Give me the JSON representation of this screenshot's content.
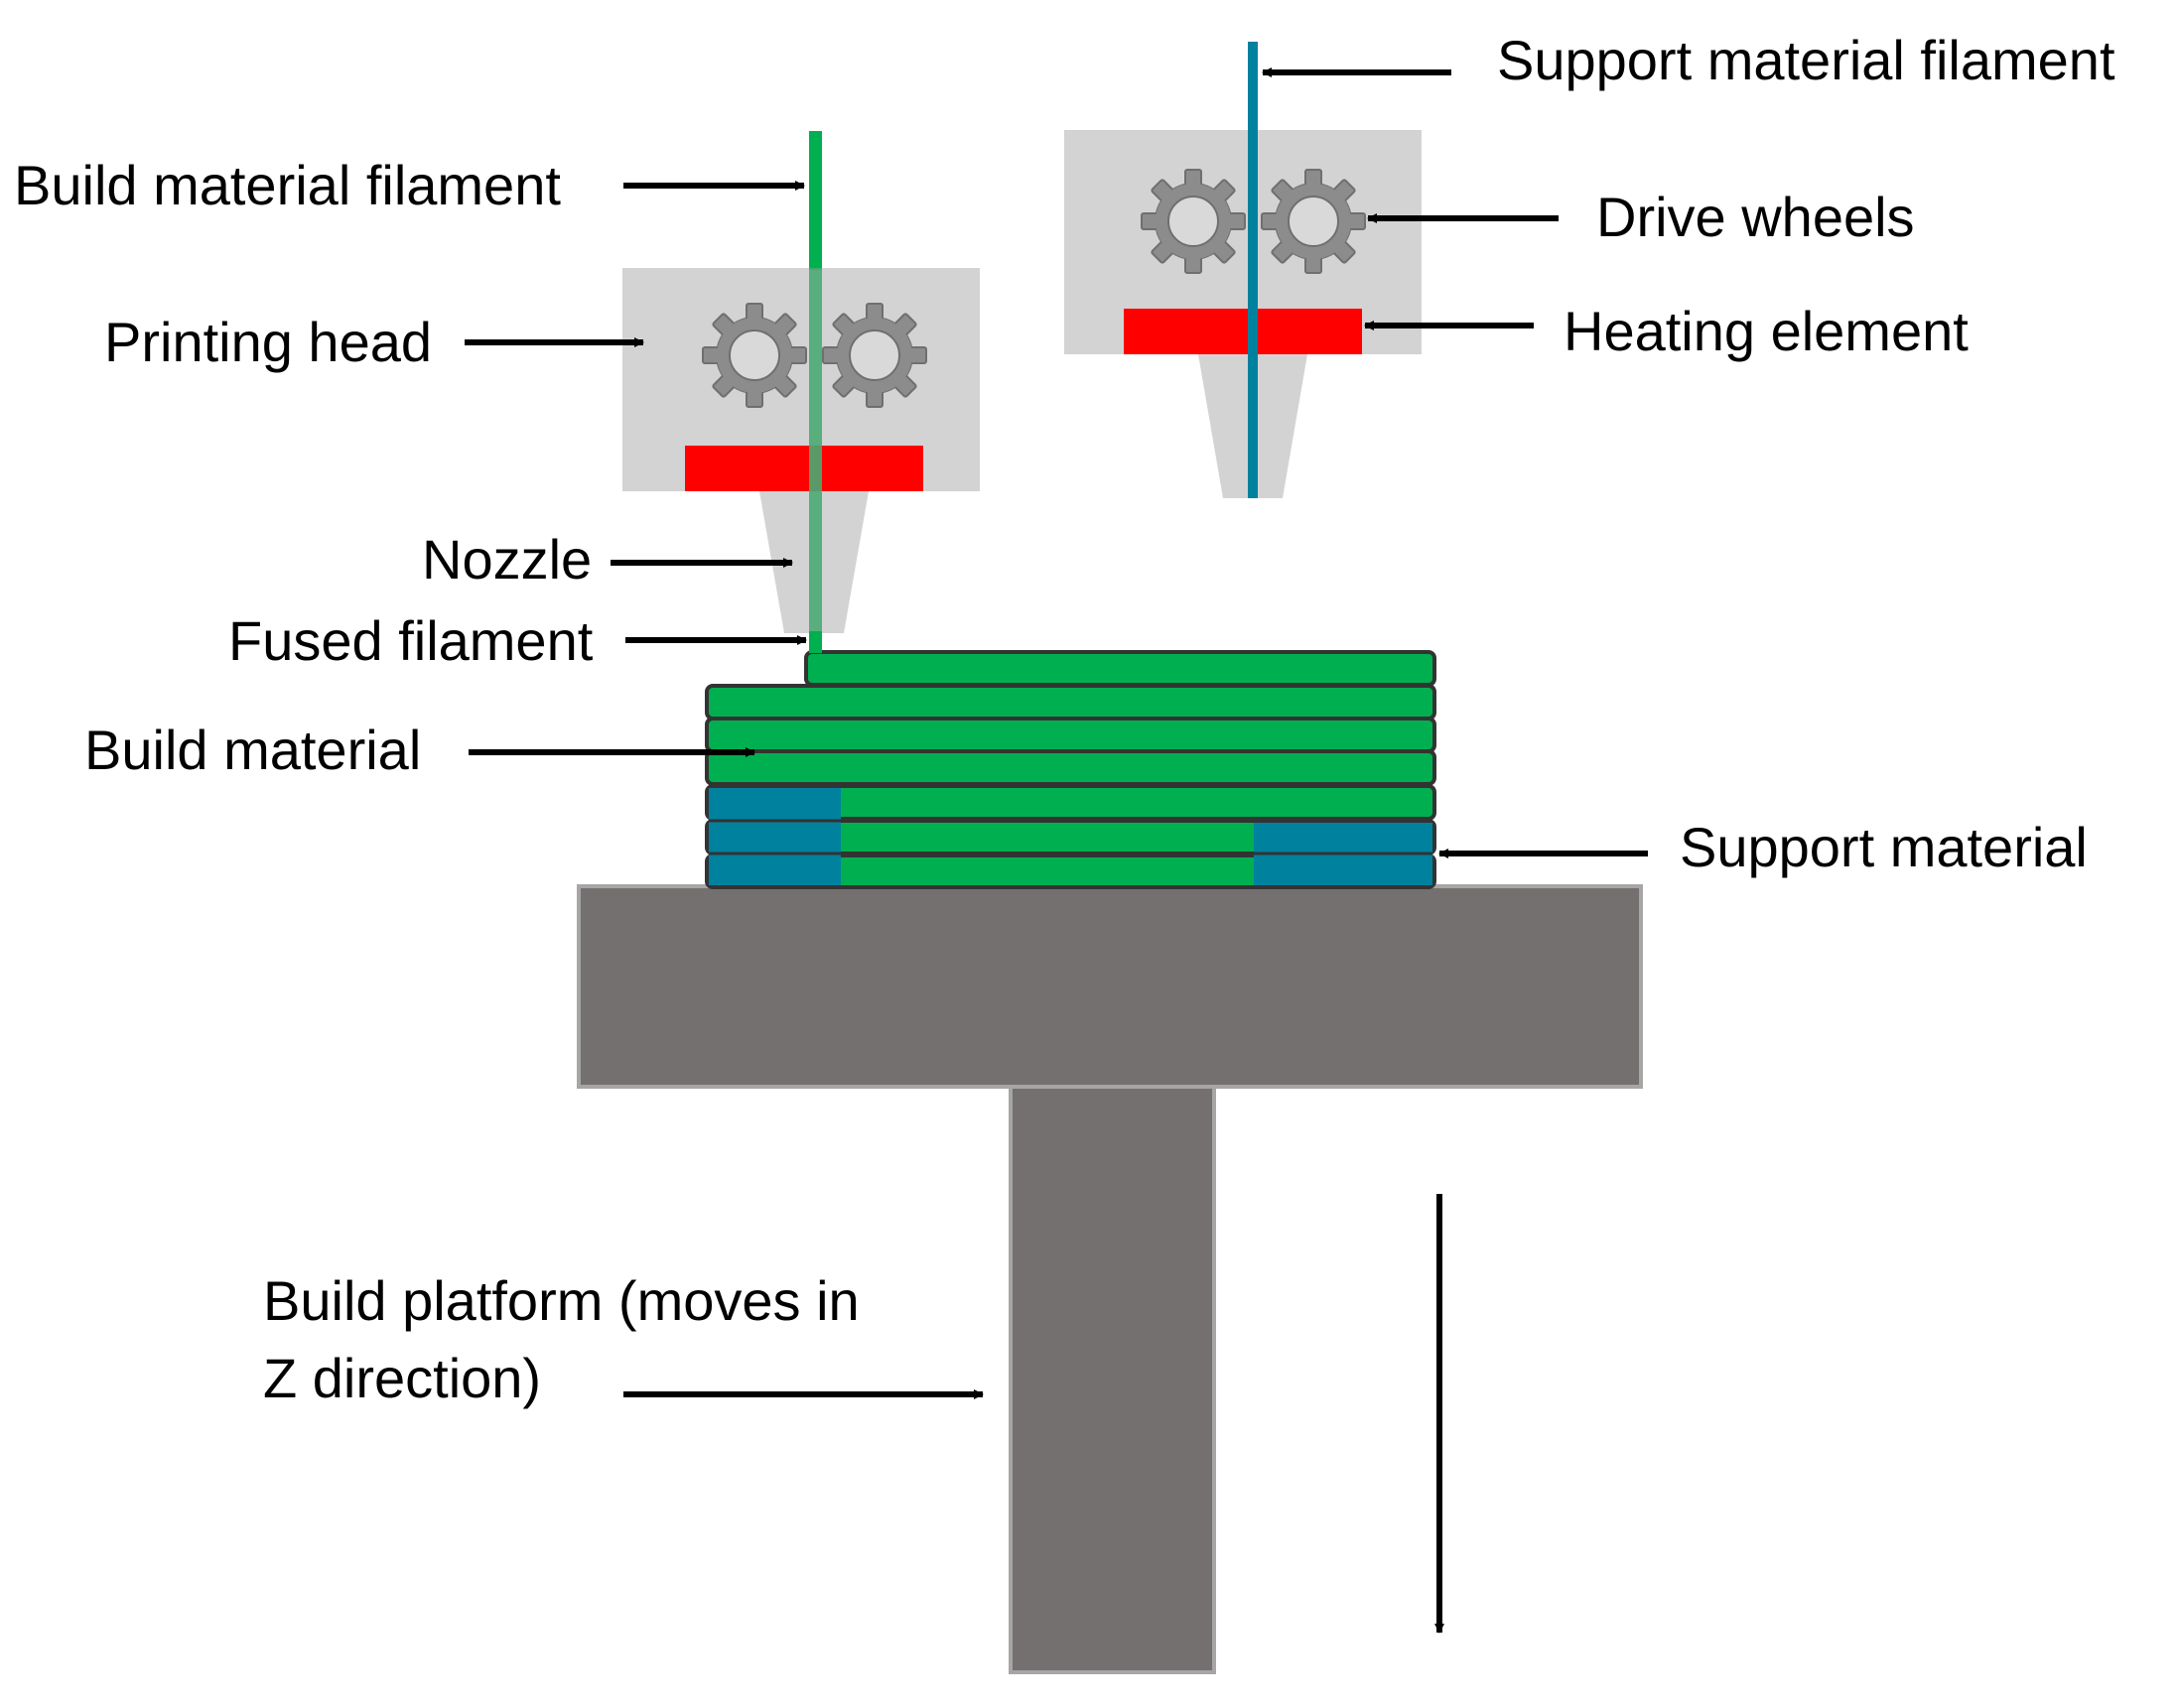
{
  "labels": {
    "build_material_filament": "Build material filament",
    "support_material_filament": "Support material filament",
    "printing_head": "Printing head",
    "drive_wheels": "Drive wheels",
    "heating_element": "Heating element",
    "nozzle": "Nozzle",
    "fused_filament": "Fused filament",
    "build_material": "Build material",
    "support_material": "Support material",
    "build_platform_line1": "Build platform (moves in",
    "build_platform_line2": "Z direction)"
  },
  "colors": {
    "build_material": "#00b050",
    "support_material": "#00819e",
    "head_body": "#d3d3d3",
    "heating_element": "#ff0000",
    "platform": "#747070",
    "gear": "#8c8c8c",
    "arrow": "#000000"
  }
}
